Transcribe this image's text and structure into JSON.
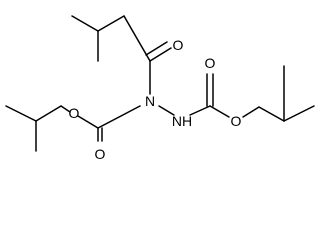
{
  "diagram": {
    "labels": {
      "ketone_oxygen": "O",
      "ester_oxygen_left": "O",
      "hydrazine_nitrogen": "N",
      "carbamate_carbonyl_oxygen_left": "O",
      "hydrazine_nh": "NH",
      "carbamate_carbonyl_oxygen_right": "O",
      "ester_oxygen_right": "O"
    }
  }
}
